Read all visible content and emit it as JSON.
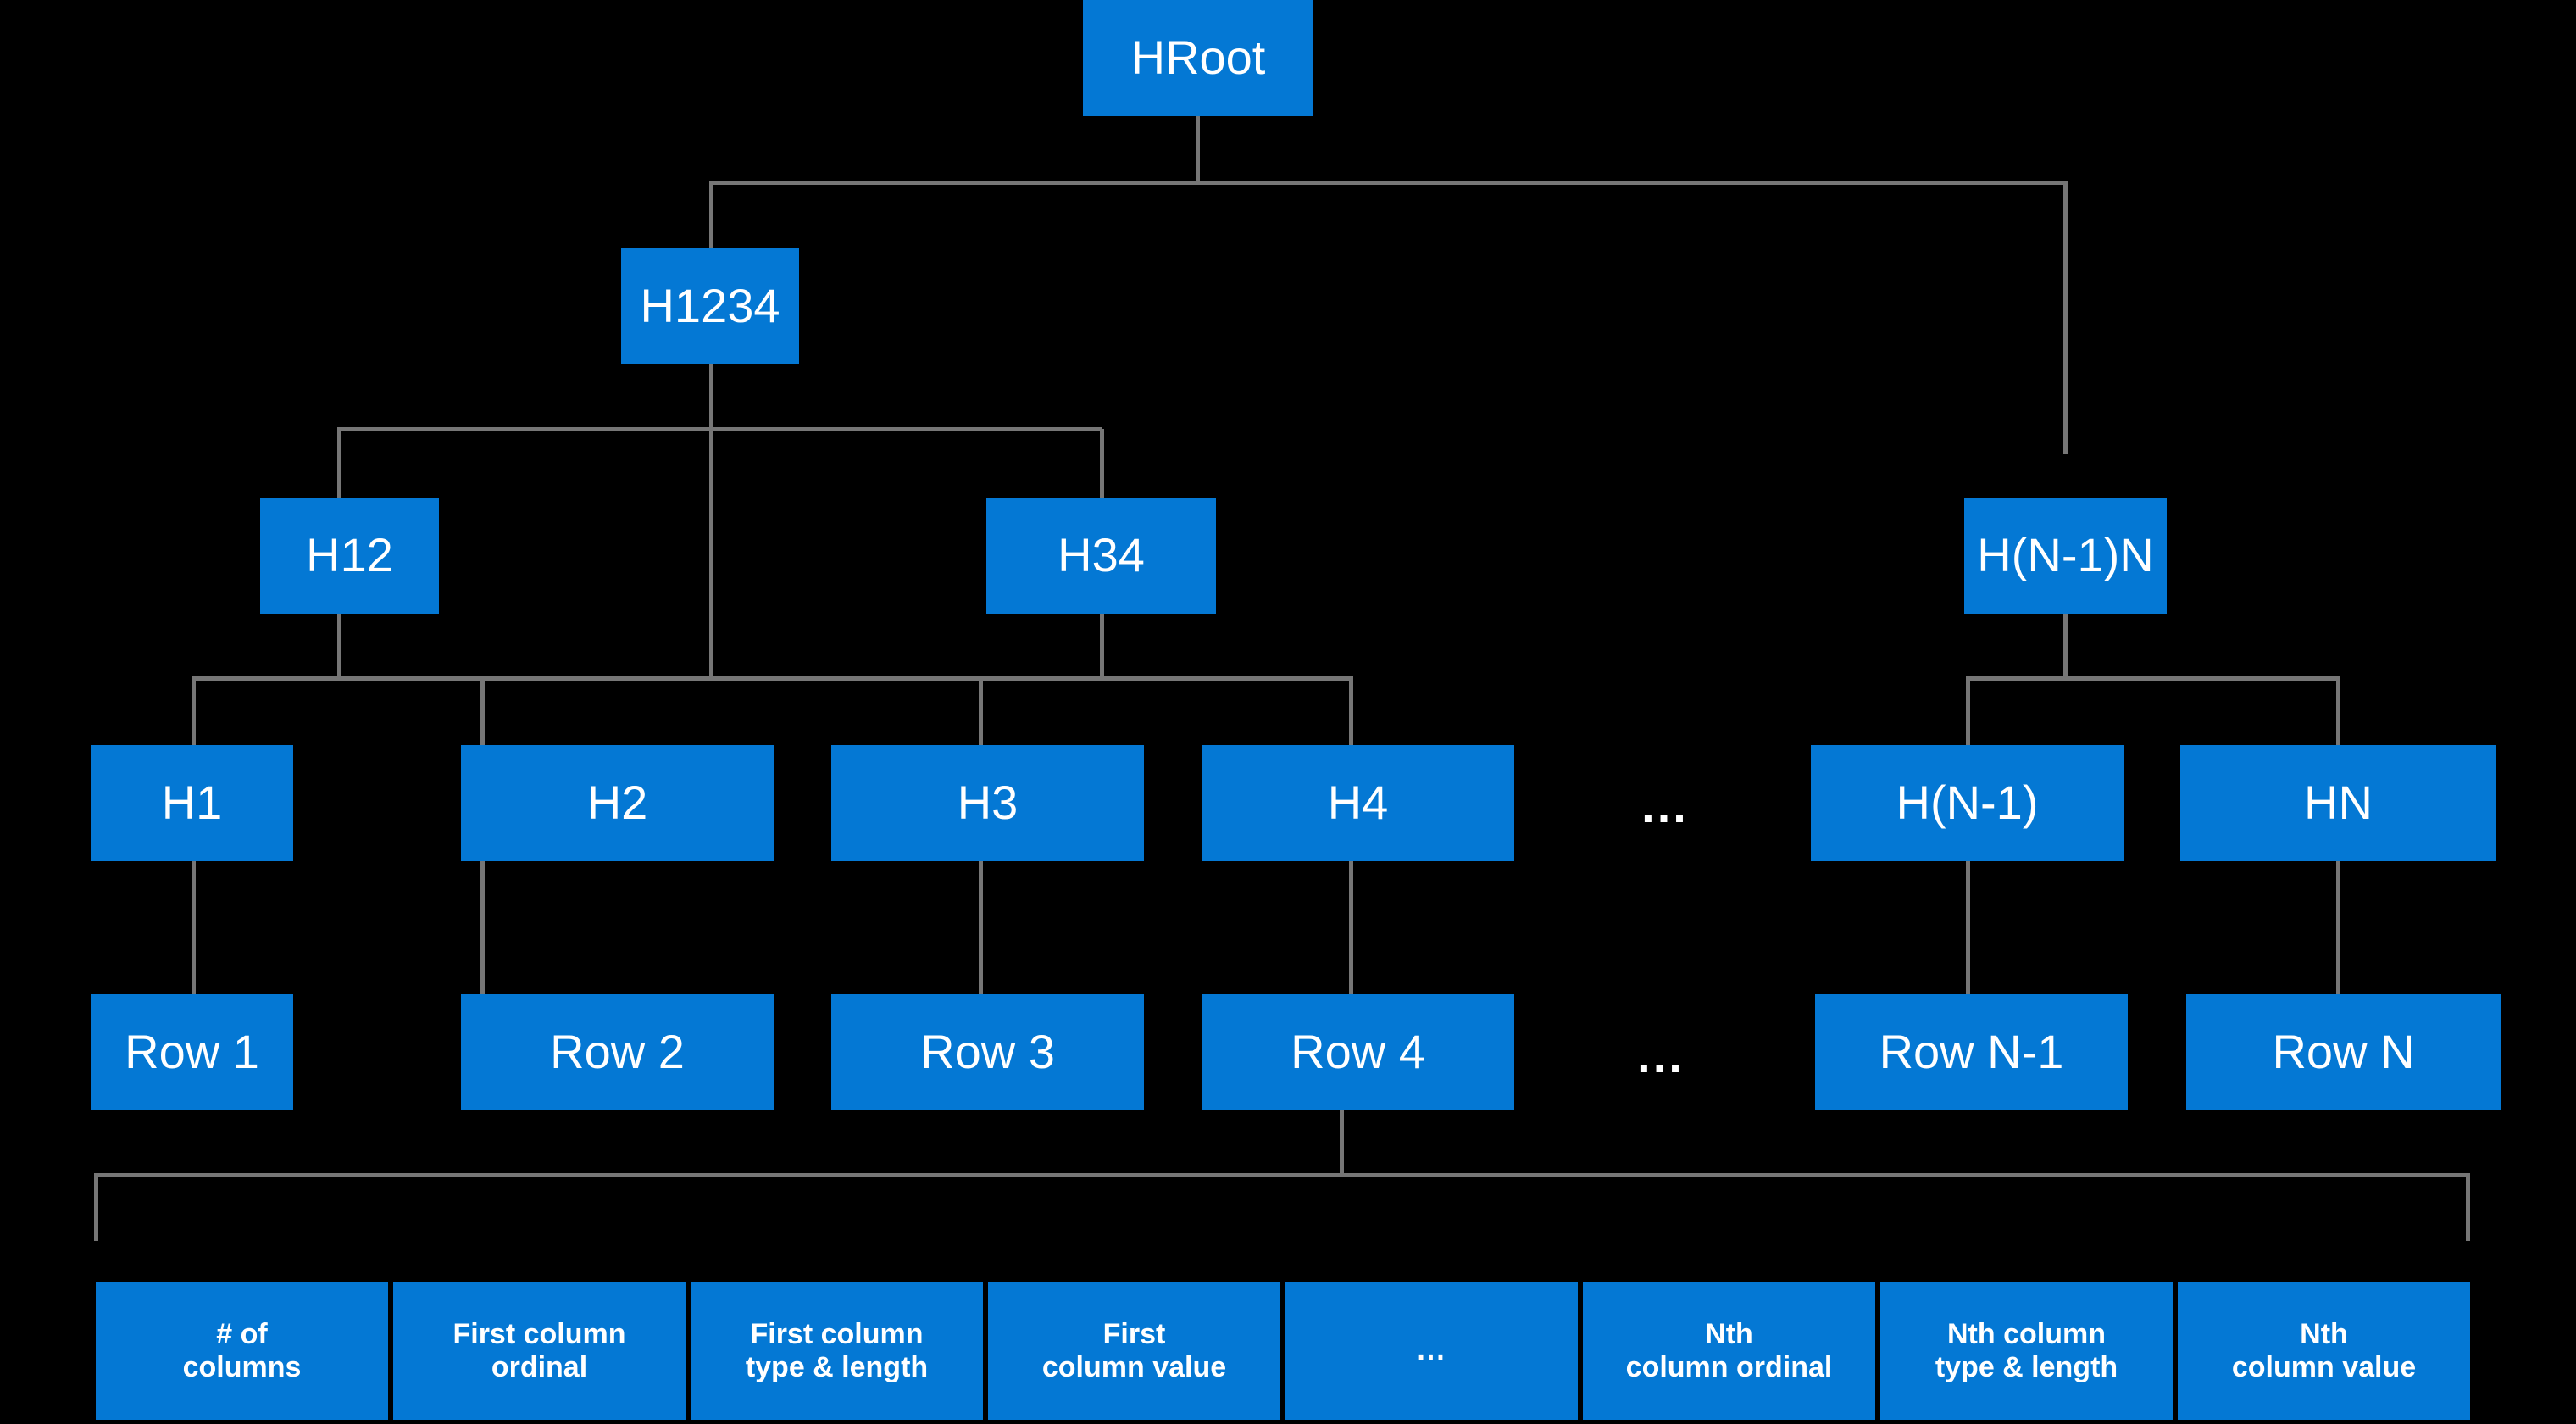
{
  "diagram": {
    "title": "Hash tree over table rows with row payload layout",
    "background_color": "#000000",
    "node_color": "#0478d4",
    "node_text_color": "#ffffff",
    "connector_color": "#767676",
    "levels": [
      {
        "name": "root",
        "nodes": [
          {
            "id": "hroot",
            "label": "HRoot"
          }
        ]
      },
      {
        "name": "level-2",
        "nodes": [
          {
            "id": "h1234",
            "label": "H1234"
          }
        ]
      },
      {
        "name": "level-3",
        "nodes": [
          {
            "id": "h12",
            "label": "H12"
          },
          {
            "id": "h34",
            "label": "H34"
          },
          {
            "id": "hn1n",
            "label": "H(N-1)N"
          }
        ]
      },
      {
        "name": "level-4",
        "nodes": [
          {
            "id": "h1",
            "label": "H1"
          },
          {
            "id": "h2",
            "label": "H2"
          },
          {
            "id": "h3",
            "label": "H3"
          },
          {
            "id": "h4",
            "label": "H4"
          },
          {
            "id": "hash-ellipsis",
            "label": "..."
          },
          {
            "id": "hn1",
            "label": "H(N-1)"
          },
          {
            "id": "hn",
            "label": "HN"
          }
        ]
      },
      {
        "name": "rows",
        "nodes": [
          {
            "id": "row1",
            "label": "Row 1"
          },
          {
            "id": "row2",
            "label": "Row 2"
          },
          {
            "id": "row3",
            "label": "Row 3"
          },
          {
            "id": "row4",
            "label": "Row 4"
          },
          {
            "id": "row-ellipsis",
            "label": "..."
          },
          {
            "id": "rown1",
            "label": "Row N-1"
          },
          {
            "id": "rown",
            "label": "Row N"
          }
        ]
      },
      {
        "name": "row-payload",
        "nodes": [
          {
            "id": "col-count",
            "label": "# of\ncolumns"
          },
          {
            "id": "first-col-ordinal",
            "label": "First column\nordinal"
          },
          {
            "id": "first-col-type-length",
            "label": "First column\ntype & length"
          },
          {
            "id": "first-col-value",
            "label": "First\ncolumn value"
          },
          {
            "id": "payload-ellipsis",
            "label": "..."
          },
          {
            "id": "nth-col-ordinal",
            "label": "Nth\ncolumn ordinal"
          },
          {
            "id": "nth-col-type-length",
            "label": "Nth column\ntype & length"
          },
          {
            "id": "nth-col-value",
            "label": "Nth\ncolumn value"
          }
        ]
      }
    ]
  },
  "labels": {
    "hroot": "HRoot",
    "h1234": "H1234",
    "h12": "H12",
    "h34": "H34",
    "hn1n": "H(N-1)N",
    "h1": "H1",
    "h2": "H2",
    "h3": "H3",
    "h4": "H4",
    "hash_ellipsis": "...",
    "hn1": "H(N-1)",
    "hn": "HN",
    "row1": "Row 1",
    "row2": "Row 2",
    "row3": "Row 3",
    "row4": "Row 4",
    "row_ellipsis": "...",
    "rown1": "Row N-1",
    "rown": "Row N",
    "col_count_line1": "# of",
    "col_count_line2": "columns",
    "first_col_ordinal_line1": "First column",
    "first_col_ordinal_line2": "ordinal",
    "first_col_type_line1": "First column",
    "first_col_type_line2": "type & length",
    "first_col_value_line1": "First",
    "first_col_value_line2": "column value",
    "payload_ellipsis": "...",
    "nth_col_ordinal_line1": "Nth",
    "nth_col_ordinal_line2": "column ordinal",
    "nth_col_type_line1": "Nth column",
    "nth_col_type_line2": "type & length",
    "nth_col_value_line1": "Nth",
    "nth_col_value_line2": "column value"
  }
}
